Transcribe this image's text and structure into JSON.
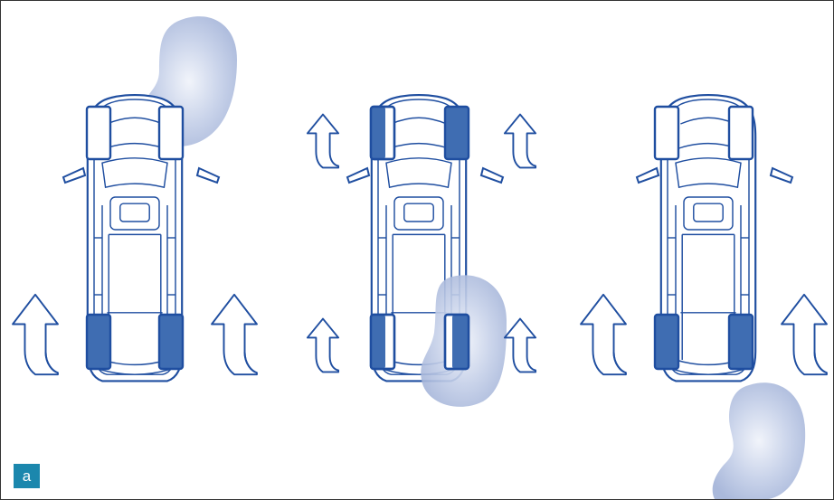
{
  "figure": {
    "corner_label": "a",
    "colors": {
      "outline": "#1f4ea0",
      "highlight_fill": "#3f6db2",
      "blob_fill": "#a3b3d8",
      "border": "#333333",
      "label_bg": "#1b87ad",
      "background": "#ffffff"
    },
    "panels": [
      {
        "name": "left",
        "driven_wheels": [
          "rear-left",
          "rear-right"
        ],
        "partially_driven_wheels": [],
        "arrows": "rear-large",
        "slip_area": "front-right-outside"
      },
      {
        "name": "middle",
        "driven_wheels": [],
        "partially_driven_wheels": [
          "front-left",
          "front-right",
          "rear-left",
          "rear-right"
        ],
        "arrows": "all-small",
        "slip_area": "rear-right"
      },
      {
        "name": "right",
        "driven_wheels": [
          "rear-left",
          "rear-right"
        ],
        "partially_driven_wheels": [],
        "arrows": "rear-large",
        "slip_area": "behind-right"
      }
    ]
  }
}
